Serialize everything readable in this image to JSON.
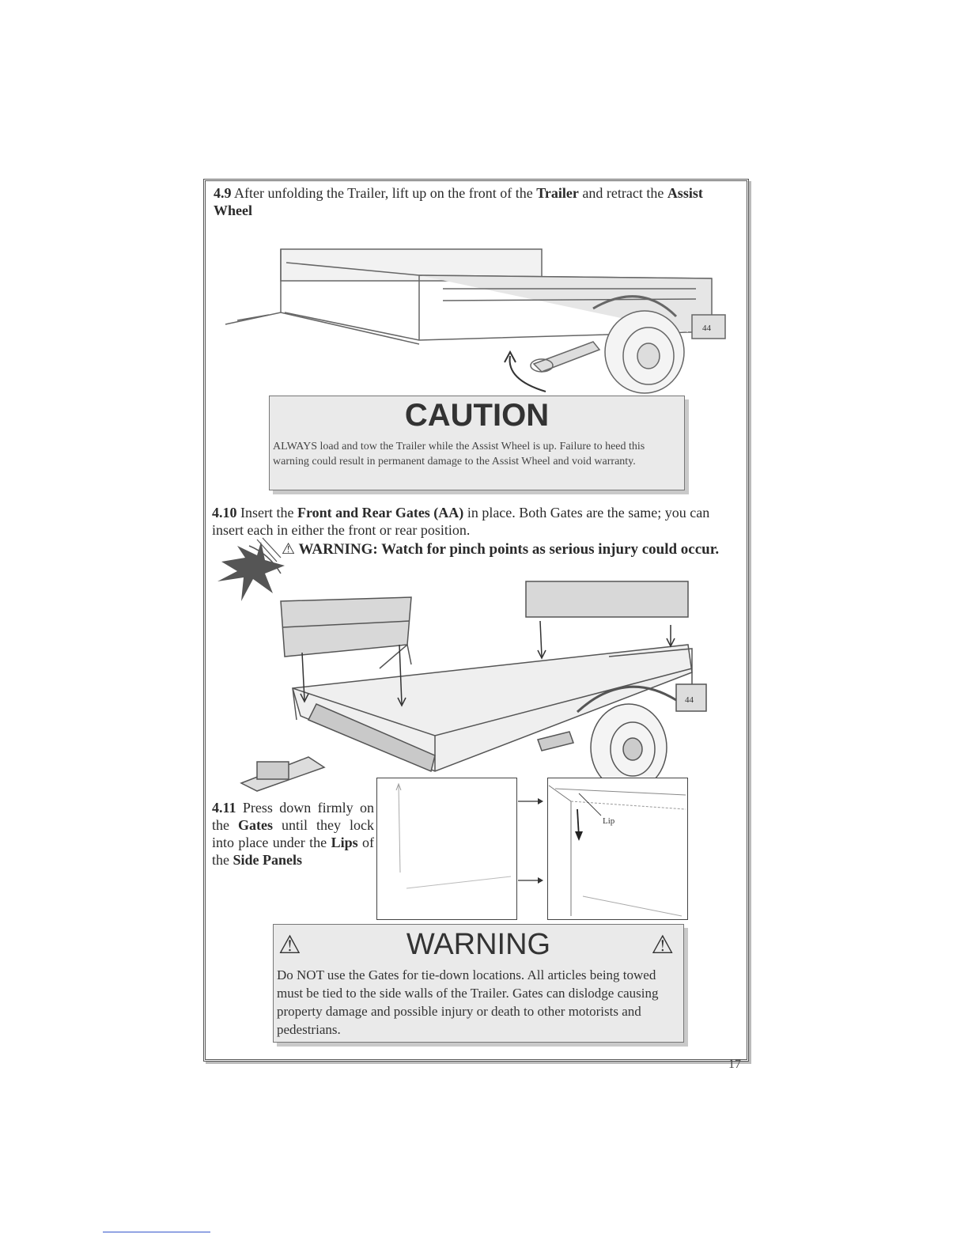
{
  "step_4_9": {
    "number": "4.9",
    "text_1": "After unfolding the Trailer, lift up on the front of the ",
    "bold_1": "Trailer",
    "text_2": " and retract the ",
    "bold_2": "Assist Wheel"
  },
  "caution": {
    "title": "CAUTION",
    "body": "ALWAYS load and tow the Trailer while the Assist Wheel is up. Failure to heed this warning could result in permanent damage to the Assist Wheel and void warranty."
  },
  "step_4_10": {
    "number": "4.10",
    "text_1": "Insert the ",
    "bold_1": "Front and Rear Gates (AA)",
    "text_2": " in place. Both Gates are the same; you can insert each in either the front or rear position."
  },
  "pinch_warning": {
    "icon": "warning-triangle-icon",
    "text": "WARNING: Watch for pinch points as serious injury could occur."
  },
  "step_4_11": {
    "number": "4.11",
    "text_1": "Press down firmly on the ",
    "bold_1": "Gates",
    "text_2": " until they lock into place under the ",
    "bold_2": "Lips",
    "text_3": " of the ",
    "bold_3": "Side Panels"
  },
  "detail_label": "Lip",
  "taillight_label": "44",
  "warning": {
    "title": "WARNING",
    "body": "Do NOT use the Gates for tie-down locations. All articles being towed must be tied to the side walls of the Trailer. Gates can dislodge causing property damage and possible injury or death to other motorists and pedestrians."
  },
  "page_number": "17"
}
